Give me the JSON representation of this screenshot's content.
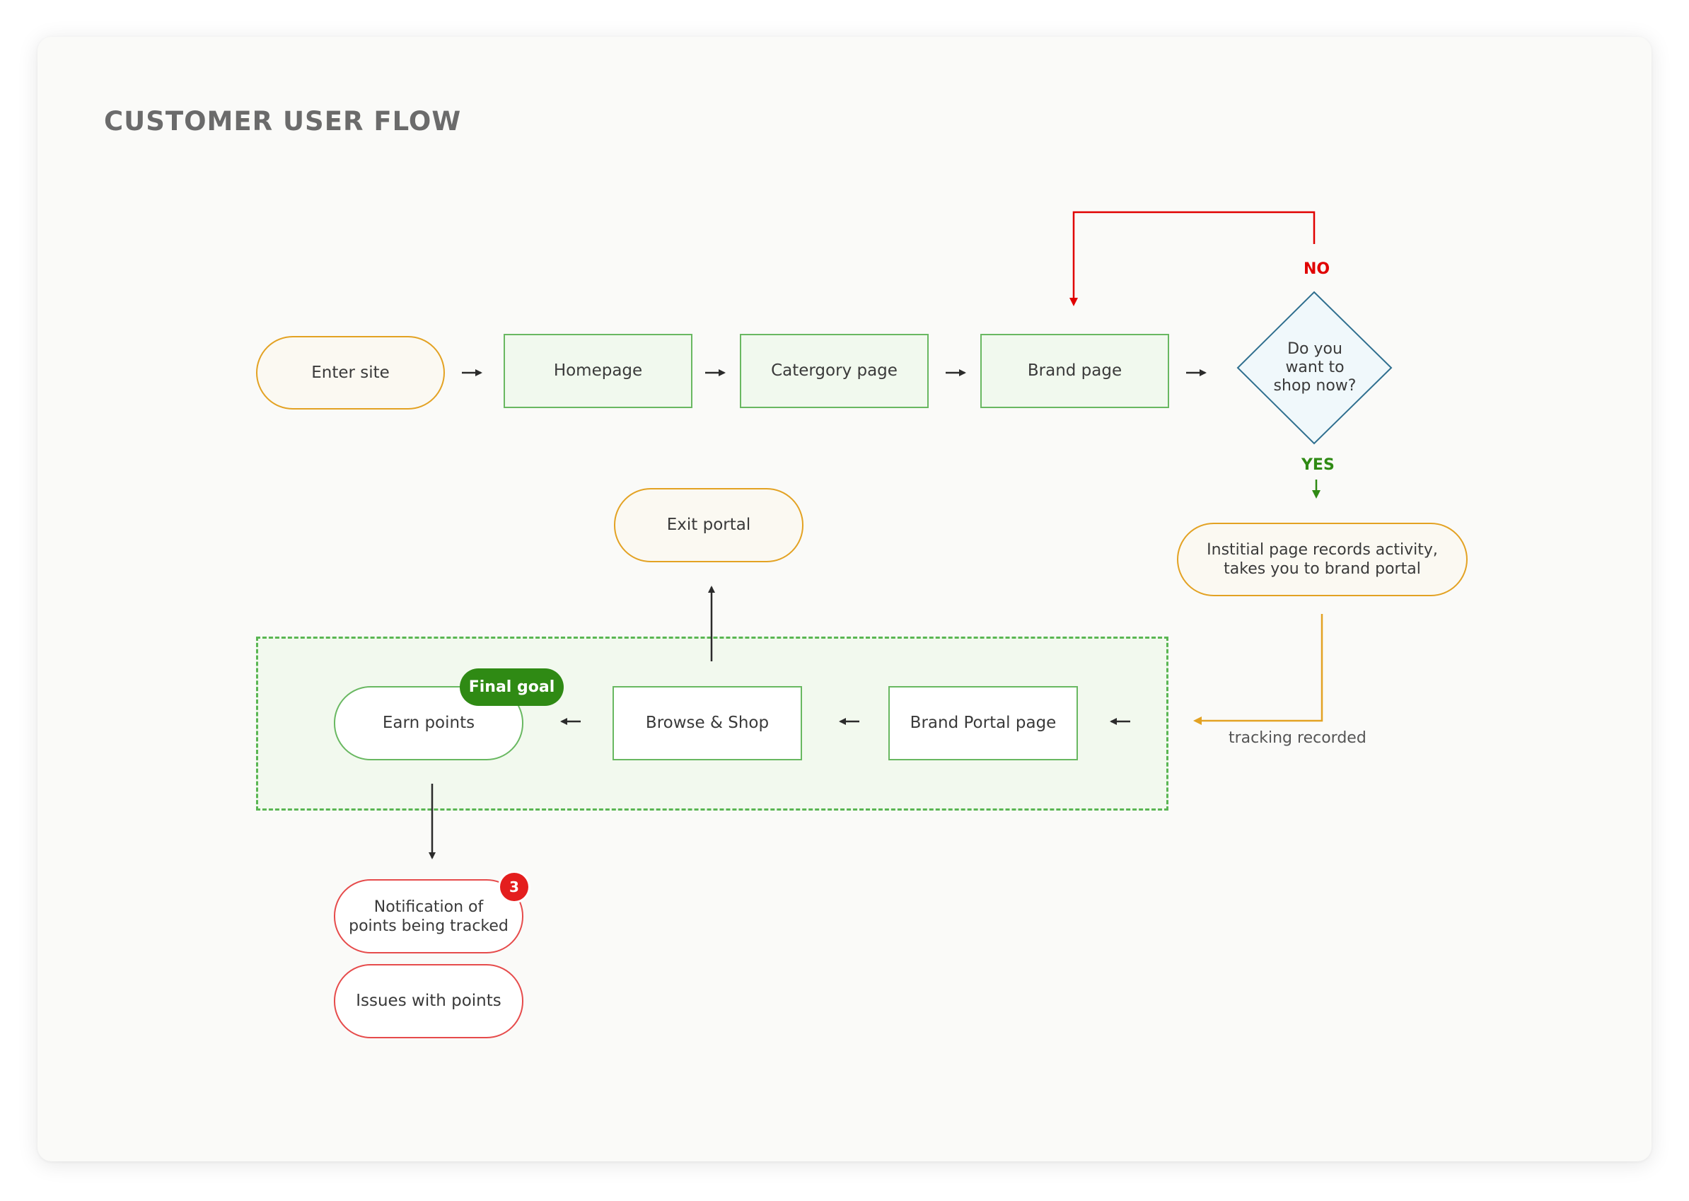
{
  "title": "CUSTOMER USER FLOW",
  "nodes": {
    "enter_site": "Enter site",
    "homepage": "Homepage",
    "category_page": "Catergory page",
    "brand_page": "Brand page",
    "decision": "Do you\nwant to\nshop now?",
    "interstitial": "Institial page records activity,\ntakes you to brand portal",
    "brand_portal_page": "Brand Portal page",
    "browse_shop": "Browse & Shop",
    "earn_points": "Earn points",
    "exit_portal": "Exit portal",
    "notification": "Notification of\npoints being tracked",
    "issues": "Issues with points"
  },
  "labels": {
    "no": "NO",
    "yes": "YES",
    "tracking": "tracking recorded"
  },
  "badges": {
    "final_goal": "Final goal",
    "notification_count": "3"
  },
  "colors": {
    "orange": "#e3a223",
    "green": "#69b861",
    "dark_green": "#2f8a14",
    "red": "#e64b4b",
    "no_red": "#e00000",
    "decision_blue": "#2f6f8f",
    "arrow": "#2b2b2b"
  }
}
